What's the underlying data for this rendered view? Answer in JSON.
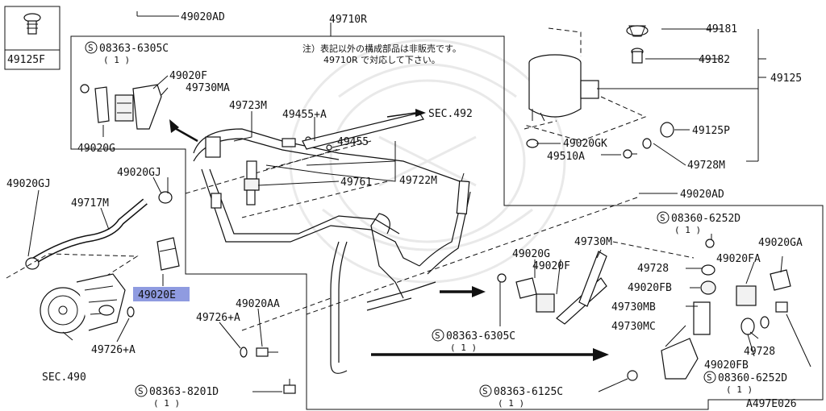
{
  "diagram_code": "A497E026",
  "note": {
    "line1": "注）表記以外の構成部品は非販売です。",
    "line2": "49710R で対応して下さい。"
  },
  "labels": {
    "p49125F": "49125F",
    "p49020AD_top": "49020AD",
    "p49710R": "49710R",
    "s08363_6305C_top": "08363-6305C",
    "qty1_a": "( 1 )",
    "p49020F_top": "49020F",
    "p49730MA": "49730MA",
    "p49020G_top": "49020G",
    "p49723M": "49723M",
    "p49455A": "49455+A",
    "sec492": "SEC.492",
    "p49455": "49455",
    "p49181": "49181",
    "p49182": "49182",
    "p49125": "49125",
    "p49020GK": "49020GK",
    "p49510A": "49510A",
    "p49125P": "49125P",
    "p49728M": "49728M",
    "p49020GJ_left": "49020GJ",
    "p49020GJ_mid": "49020GJ",
    "p49717M": "49717M",
    "p49761": "49761",
    "p49722M": "49722M",
    "p49020AD_right": "49020AD",
    "s08360_6252D_top": "08360-6252D",
    "qty1_b": "( 1 )",
    "p49020G_mid": "49020G",
    "p49730M": "49730M",
    "p49020GA": "49020GA",
    "p49020F_mid": "49020F",
    "p49728_a": "49728",
    "p49020FA": "49020FA",
    "p49020FB_a": "49020FB",
    "p49020E": "49020E",
    "p49730MB": "49730MB",
    "p49020AA": "49020AA",
    "p49726A_top": "49726+A",
    "s08363_6305C_mid": "08363-6305C",
    "qty1_c": "( 1 )",
    "p49730MC": "49730MC",
    "p49728_b": "49728",
    "p49726A_bot": "49726+A",
    "p49020FB_b": "49020FB",
    "sec490": "SEC.490",
    "s08360_6252D_bot": "08360-6252D",
    "qty1_d": "( 1 )",
    "s08363_8201D": "08363-8201D",
    "qty1_e": "( 1 )",
    "s08363_6125C": "08363-6125C",
    "qty1_f": "( 1 )",
    "s_mark": "S"
  },
  "highlight_color": "#8f9be0"
}
